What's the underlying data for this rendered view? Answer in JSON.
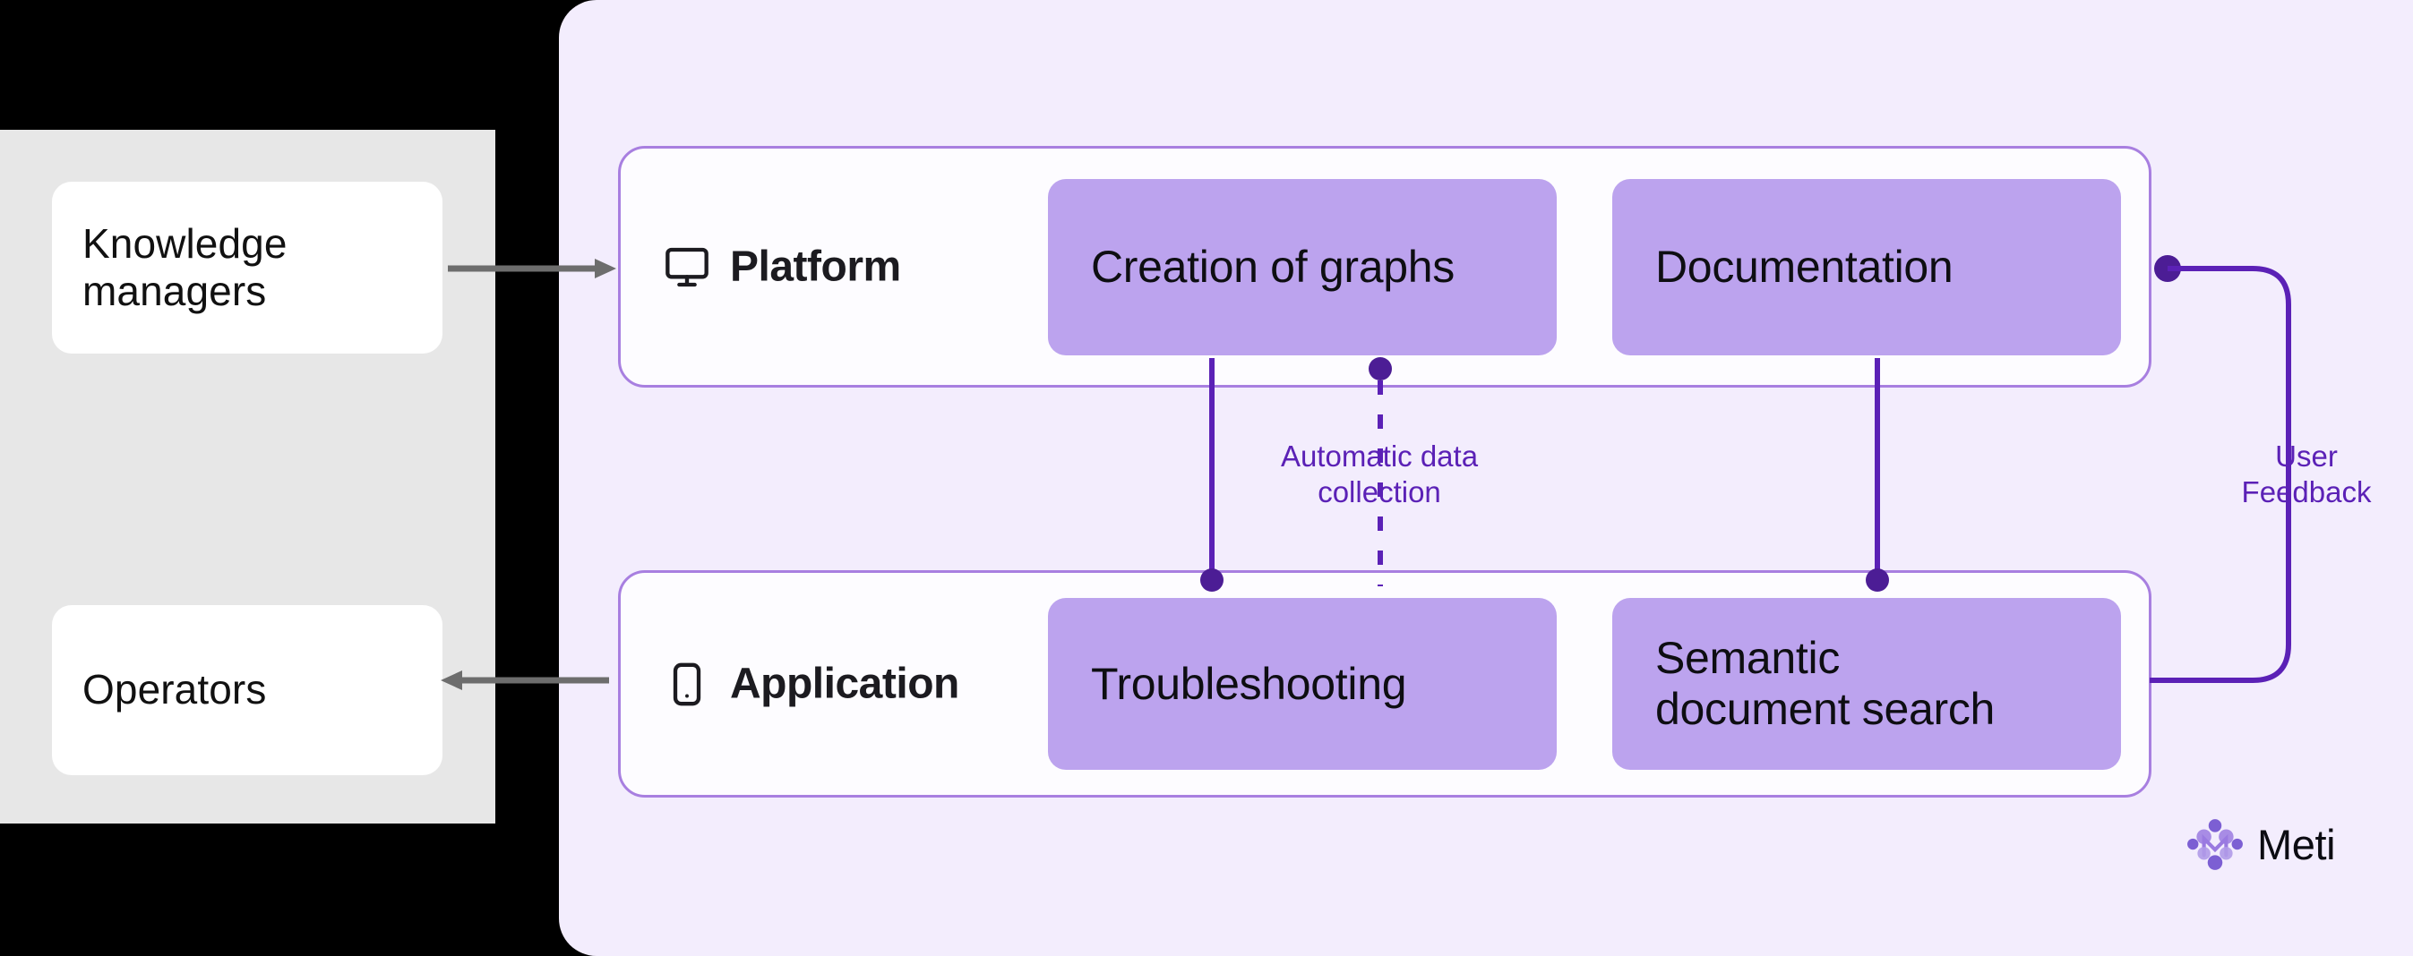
{
  "personas": {
    "items": [
      {
        "label": "Knowledge\nmanagers",
        "name": "knowledge-managers"
      },
      {
        "label": "Operators",
        "name": "operators"
      }
    ]
  },
  "sections": [
    {
      "title": "Platform",
      "icon": "monitor-icon",
      "features": [
        {
          "label": "Creation of graphs"
        },
        {
          "label": "Documentation"
        }
      ]
    },
    {
      "title": "Application",
      "icon": "smartphone-icon",
      "features": [
        {
          "label": "Troubleshooting"
        },
        {
          "label": "Semantic\ndocument search"
        }
      ]
    }
  ],
  "edges": {
    "automatic_data_collection": "Automatic data\ncollection",
    "user_feedback": "User\nFeedback"
  },
  "brand": {
    "name": "Meti",
    "mark": "meti-logo-icon"
  },
  "colors": {
    "canvas": "#000000",
    "gray_panel": "#e7e7e7",
    "lavender_panel": "#f3edfd",
    "chip": "#bca3ee",
    "card_border": "#a87fe0",
    "wire": "#5b21b6",
    "arrow": "#6d6d6d",
    "text": "#111111"
  }
}
